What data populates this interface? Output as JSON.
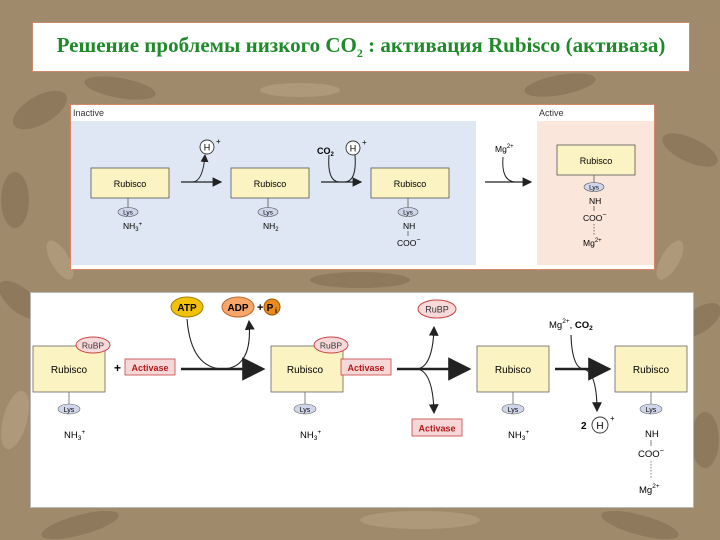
{
  "title": {
    "main": "Решение проблемы низкого СО",
    "sub": "2",
    "rest": " : активация Rubisco (активаза)"
  },
  "top_panel": {
    "inactive_label": "Inactive",
    "active_label": "Active",
    "rubisco": "Rubisco",
    "lys": "Lys",
    "nh3": "NH",
    "nh3_sub": "3",
    "nh3_sup": "+",
    "nh2": "NH",
    "nh2_sub": "2",
    "nh": "NH",
    "coo": "COO",
    "coo_sup": "−",
    "h": "H",
    "h_sup": "+",
    "co2": "CO",
    "co2_sub": "2",
    "mg": "Mg",
    "mg_sup": "2+"
  },
  "bottom_panel": {
    "rubisco": "Rubisco",
    "rubp": "RuBP",
    "activase": "Activase",
    "plus": "+",
    "atp": "ATP",
    "adp": "ADP",
    "pi": "P",
    "pi_sub": "i",
    "lys": "Lys",
    "nh3": "NH",
    "nh3_sub": "3",
    "nh3_sup": "+",
    "nh": "NH",
    "coo": "COO",
    "coo_sup": "−",
    "mg": "Mg",
    "mg_sup": "2+",
    "co2": "CO",
    "co2_sub": "2",
    "mg_co2_sep": ", ",
    "two": "2",
    "h": "H",
    "h_sup": "+"
  },
  "colors": {
    "title_green": "#1f8a2a",
    "inactive_bg": "#dfe7f4",
    "active_bg": "#fbe6dc",
    "rubisco_fill": "#fbf3c2",
    "lys_fill": "#cfd6ea",
    "atp_fill": "#f2c20a",
    "adp_fill": "#f7a66a",
    "pi_fill": "#e98b1d",
    "rubp_fill": "#f7d9d9",
    "activase_fill": "#f6d7d7",
    "activase_text": "#b51b1b"
  }
}
